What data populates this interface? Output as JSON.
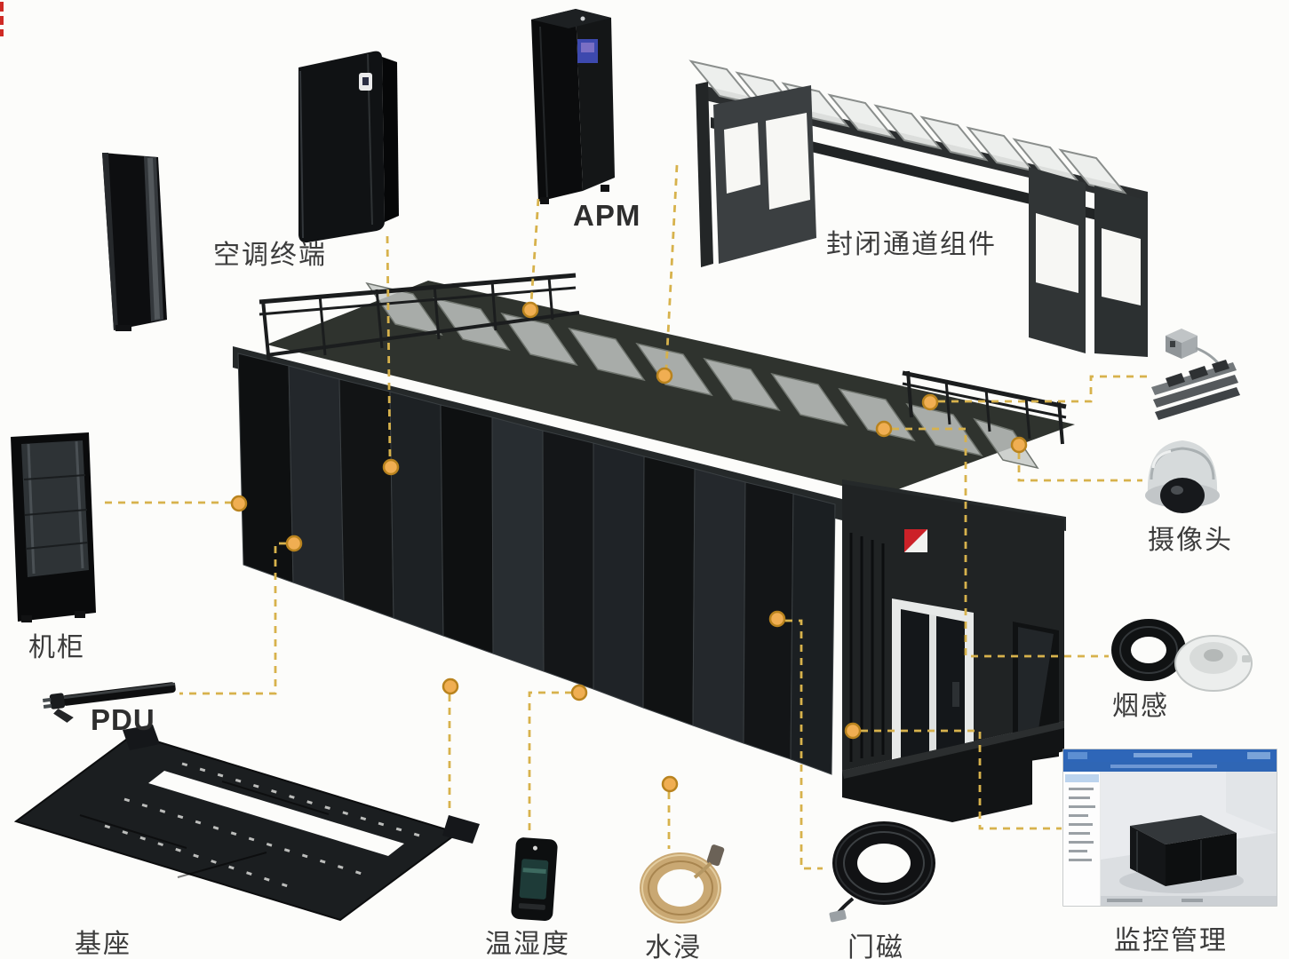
{
  "diagram": {
    "type": "exploded-component-diagram",
    "subject": "modular micro data center components",
    "labels": {
      "ac_terminal": "空调终端",
      "apm": "APM",
      "enclosed_channel": "封闭通道组件",
      "cabinet": "机柜",
      "pdu": "PDU",
      "base": "基座",
      "temp_humidity": "温湿度",
      "water_leak": "水浸",
      "door_magnet": "门磁",
      "camera": "摄像头",
      "smoke": "烟感",
      "monitoring": "监控管理"
    },
    "colors": {
      "background": "#fcfcfa",
      "connector_line": "#d7b24c",
      "connector_dot": "#f0ae52",
      "connector_dot_border": "#b9831e",
      "container_body": "#17191a",
      "roof_glass_slat": "#c3c7c5",
      "monitor_titlebar": "#2e66b8",
      "apm_screen": "#4b55b4",
      "water_cable": "#c9a873",
      "logo_red": "#cc2128"
    }
  }
}
